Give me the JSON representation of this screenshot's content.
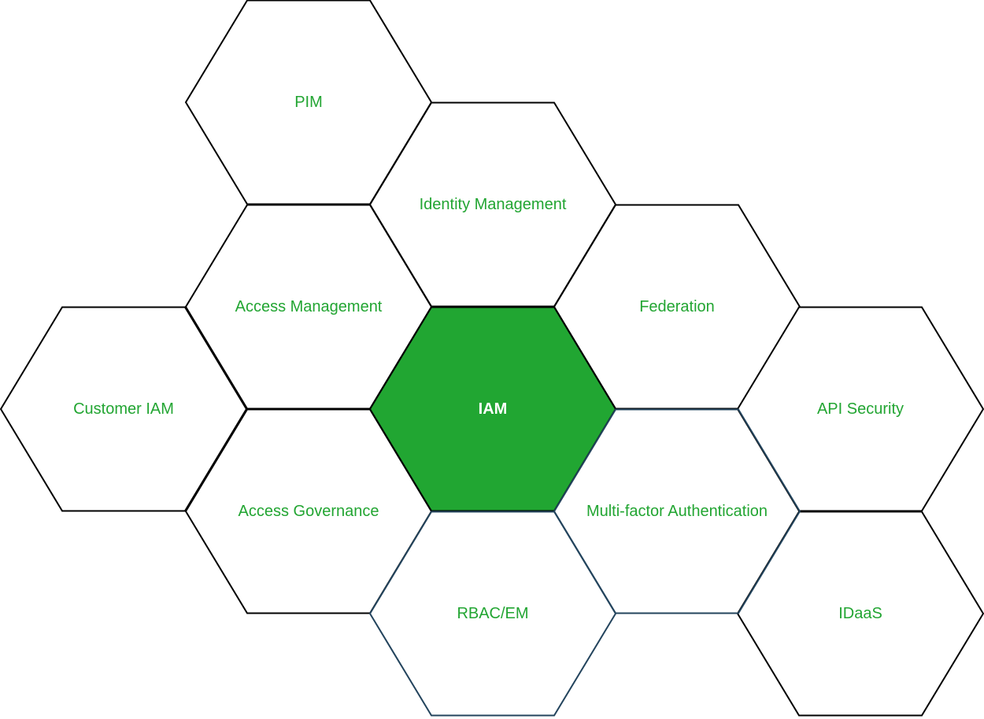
{
  "diagram": {
    "center": {
      "label": "IAM",
      "fill": "#21a632",
      "text_color": "#ffffff"
    },
    "nodes": [
      {
        "id": "pim",
        "label": "PIM"
      },
      {
        "id": "identity-management",
        "label": "Identity Management"
      },
      {
        "id": "access-management",
        "label": "Access Management"
      },
      {
        "id": "federation",
        "label": "Federation"
      },
      {
        "id": "customer-iam",
        "label": "Customer IAM"
      },
      {
        "id": "api-security",
        "label": "API Security"
      },
      {
        "id": "access-governance",
        "label": "Access Governance"
      },
      {
        "id": "idaas",
        "label": "IDaaS"
      },
      {
        "id": "multi-factor-authentication",
        "label": "Multi-factor Authentication"
      },
      {
        "id": "rbac-em",
        "label": "RBAC/EM"
      }
    ],
    "colors": {
      "label": "#22a532",
      "stroke": "#000000",
      "alt_stroke": "#23445d"
    }
  }
}
